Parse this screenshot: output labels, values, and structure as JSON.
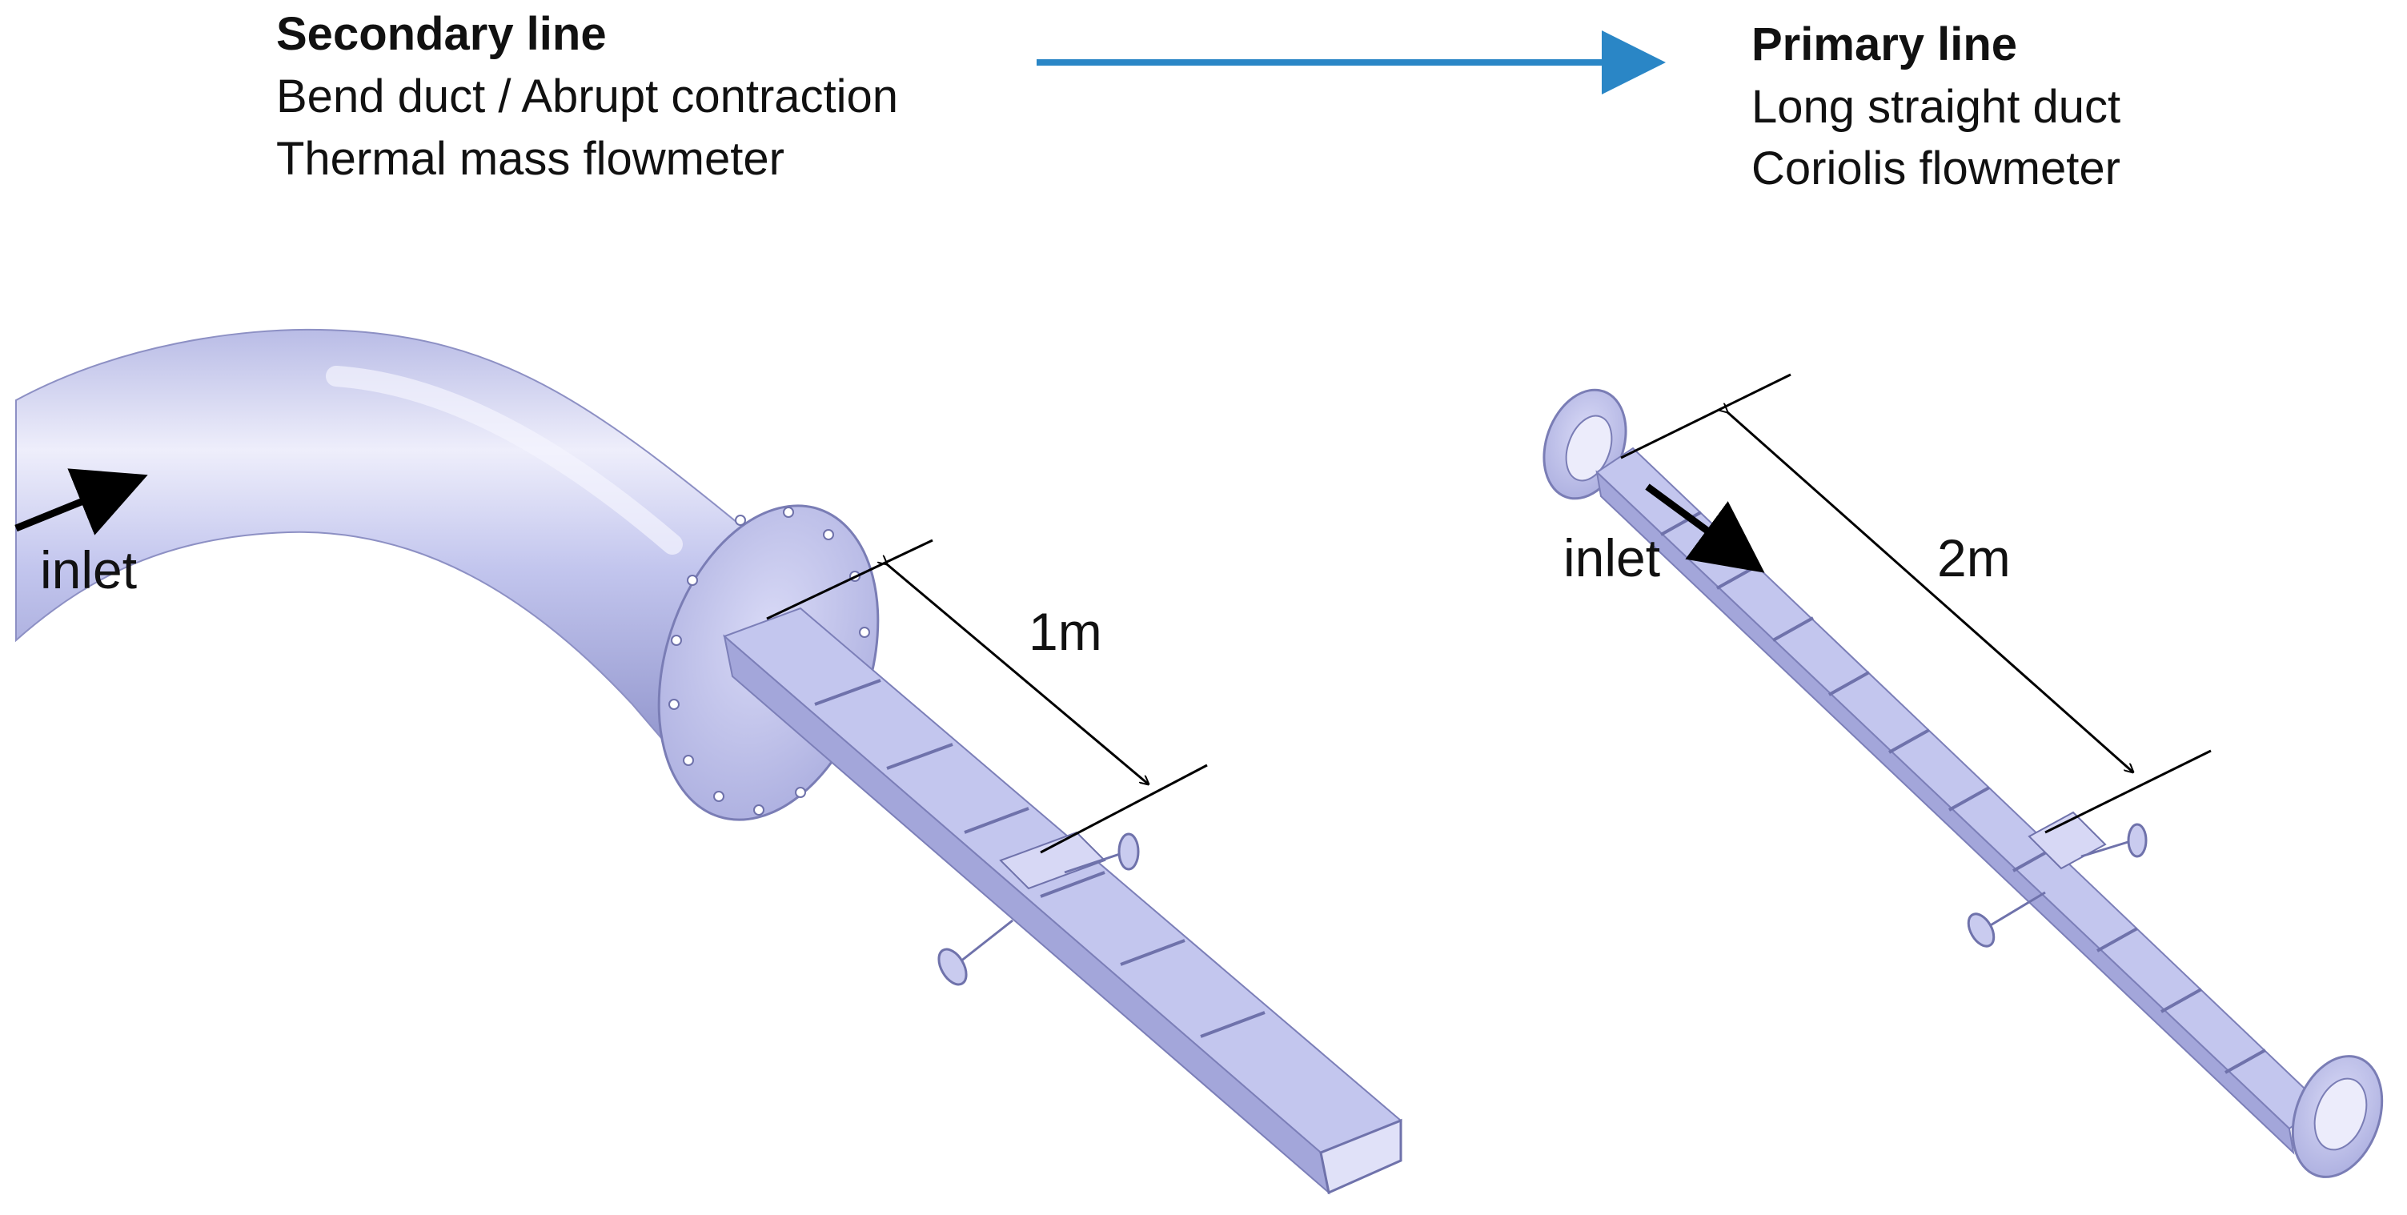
{
  "secondary": {
    "title": "Secondary line",
    "line1": "Bend duct / Abrupt contraction",
    "line2": "Thermal mass flowmeter",
    "inlet_label": "inlet",
    "length_label": "1m"
  },
  "primary": {
    "title": "Primary line",
    "line1": "Long straight duct",
    "line2": "Coriolis flowmeter",
    "inlet_label": "inlet",
    "length_label": "2m"
  },
  "colors": {
    "connector_arrow": "#2a86c6",
    "duct_light": "#d0d2f2",
    "duct_mid": "#b8bbe6",
    "duct_dark": "#8e91c8",
    "flange": "#c9cbef",
    "flange_edge": "#7a7db5",
    "bend_highlight": "#eeeefb"
  }
}
